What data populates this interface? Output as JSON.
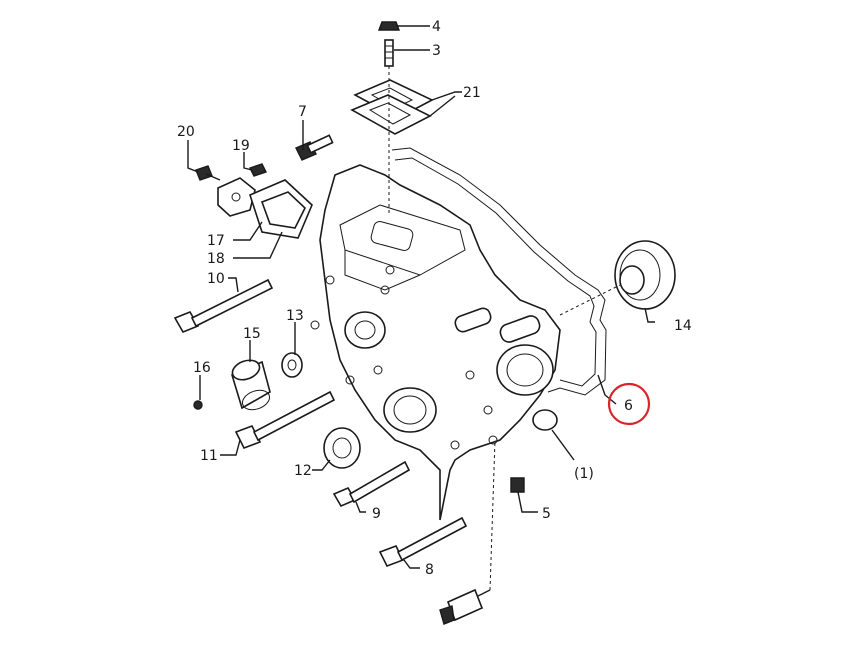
{
  "diagram": {
    "labels": {
      "p1": "(1)",
      "p3": "3",
      "p4": "4",
      "p5": "5",
      "p6": "6",
      "p7": "7",
      "p8": "8",
      "p9": "9",
      "p10": "10",
      "p11": "11",
      "p12": "12",
      "p13": "13",
      "p14": "14",
      "p15": "15",
      "p16": "16",
      "p17": "17",
      "p18": "18",
      "p19": "19",
      "p20": "20",
      "p21": "21"
    },
    "highlight_color": "#d9252a"
  }
}
